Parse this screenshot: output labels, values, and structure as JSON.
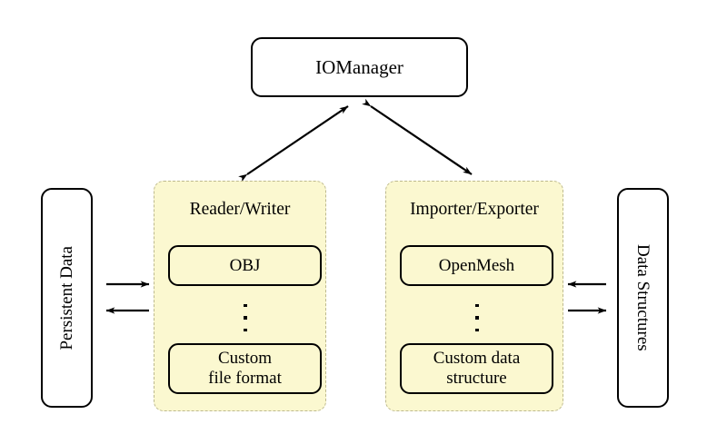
{
  "diagram": {
    "title_node": {
      "label": "IOManager"
    },
    "left_endpoint": {
      "label": "Persistent Data"
    },
    "right_endpoint": {
      "label": "Data Structures"
    },
    "groups": [
      {
        "id": "reader-writer",
        "title": "Reader/Writer",
        "items": [
          {
            "label": "OBJ",
            "lines": [
              "OBJ"
            ]
          },
          {
            "label": "Custom file format",
            "lines": [
              "Custom",
              "file format"
            ]
          }
        ],
        "ellipsis": "vertical-ellipsis"
      },
      {
        "id": "importer-exporter",
        "title": "Importer/Exporter",
        "items": [
          {
            "label": "OpenMesh",
            "lines": [
              "OpenMesh"
            ]
          },
          {
            "label": "Custom data structure",
            "lines": [
              "Custom data",
              "structure"
            ]
          }
        ],
        "ellipsis": "vertical-ellipsis"
      }
    ],
    "connections": [
      {
        "name": "iomanager-readerwriter",
        "from": "IOManager",
        "to": "Reader/Writer",
        "style": "double-headed-diagonal"
      },
      {
        "name": "iomanager-importerexporter",
        "from": "IOManager",
        "to": "Importer/Exporter",
        "style": "double-headed-diagonal"
      },
      {
        "name": "persistentdata-to-readerwriter",
        "from": "Persistent Data",
        "to": "Reader/Writer",
        "style": "single-arrow-right"
      },
      {
        "name": "readerwriter-to-persistentdata",
        "from": "Reader/Writer",
        "to": "Persistent Data",
        "style": "single-arrow-left"
      },
      {
        "name": "datastructures-to-importerexporter",
        "from": "Data Structures",
        "to": "Importer/Exporter",
        "style": "single-arrow-left"
      },
      {
        "name": "importerexporter-to-datastructures",
        "from": "Importer/Exporter",
        "to": "Data Structures",
        "style": "single-arrow-right"
      }
    ],
    "colors": {
      "group_fill": "#fbf8d0",
      "group_border": "#bdb98e",
      "node_stroke": "#000000",
      "background": "#ffffff"
    }
  }
}
